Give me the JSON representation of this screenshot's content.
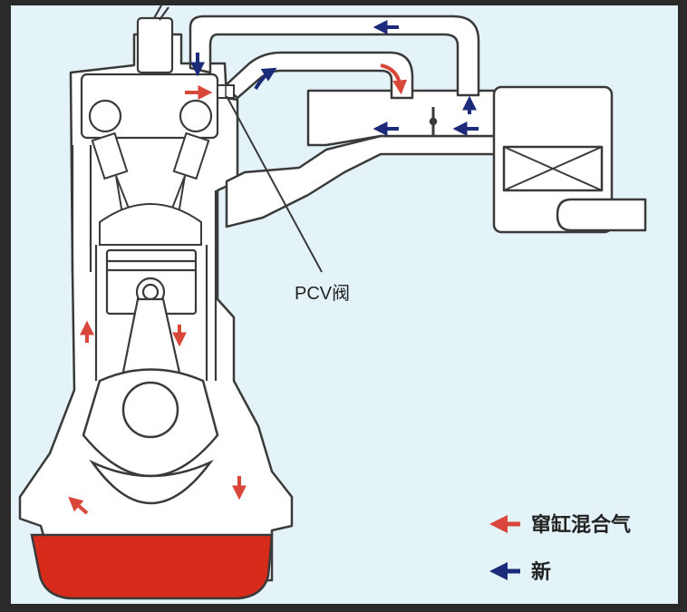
{
  "diagram": {
    "pcv_label": "PCV阀",
    "legend": [
      {
        "label": "窜缸混合气",
        "color": "#d9473a"
      },
      {
        "label": "新",
        "color": "#1c2a7a"
      }
    ]
  },
  "colors": {
    "background": "#e4f3f7",
    "frame": "#2a2a2a",
    "outline": "#3a3a3a",
    "oil": "#d62a1a",
    "blowby_arrow": "#d9473a",
    "fresh_air_arrow": "#1c2a7a"
  }
}
